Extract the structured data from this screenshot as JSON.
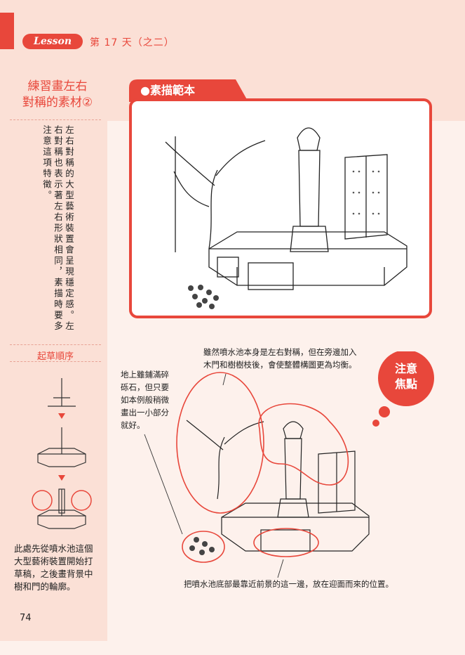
{
  "header": {
    "lesson_label": "Lesson",
    "day_title": "第 17 天（之二）"
  },
  "sidebar": {
    "title_lines": [
      "練習畫左右",
      "對稱的素材②"
    ],
    "body": "左右對稱的大型藝術裝置會呈現穩定感。左右對稱也表示著左右形狀相同，素描時要多注意這項特徵。",
    "steps_title": "起草順序",
    "steps_text": [
      "此處先從噴水池這個",
      "大型藝術裝置開始打",
      "草稿，之後畫背景中",
      "樹和門的輪廓。"
    ]
  },
  "section": {
    "label": "●素描範本"
  },
  "annotations": {
    "top_lines": [
      "雖然噴水池本身是左右對稱，但在旁邊加入",
      "木門和樹樹枝後，會使整體構圖更為均衡。"
    ],
    "left_lines": [
      "地上雖鋪滿碎",
      "砾石，但只要",
      "如本例般稍微",
      "畫出一小部分",
      "就好。"
    ],
    "bottom_line": "把噴水池底部最靠近前景的這一邊，放在迎面而來的位置。"
  },
  "focus": {
    "lines": [
      "注意",
      "焦點"
    ]
  },
  "page": {
    "number": "74"
  },
  "colors": {
    "accent": "#e8473b",
    "band": "#fbe0d6",
    "page": "#fdf1ec"
  }
}
